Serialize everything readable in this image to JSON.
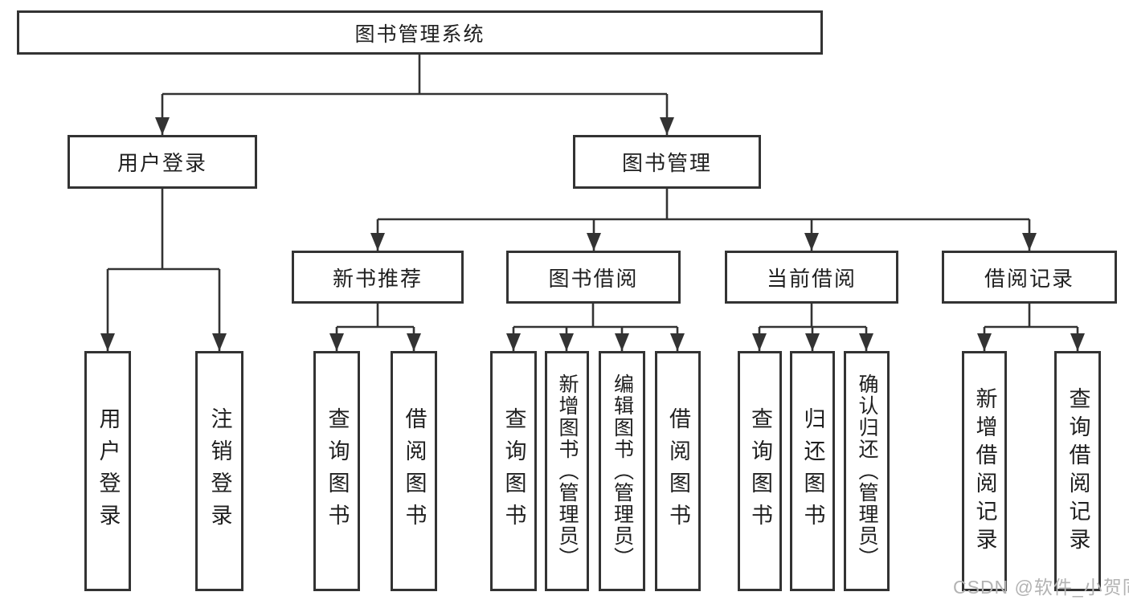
{
  "watermark": "CSDN @软件_小贺同学",
  "colors": {
    "line": "#333333",
    "node_border": "#333333",
    "text": "#1f1f1f",
    "watermark": "#b3b3b3",
    "background": "#ffffff"
  },
  "tree": {
    "root": {
      "label": "图书管理系统"
    },
    "branches": [
      {
        "label": "用户登录",
        "children": [
          {
            "label": "用户登录"
          },
          {
            "label": "注销登录"
          }
        ]
      },
      {
        "label": "图书管理",
        "children": [
          {
            "label": "新书推荐",
            "children": [
              {
                "label": "查询图书"
              },
              {
                "label": "借阅图书"
              }
            ]
          },
          {
            "label": "图书借阅",
            "children": [
              {
                "label": "查询图书"
              },
              {
                "label": "新增图书（管理员）"
              },
              {
                "label": "编辑图书（管理员）"
              },
              {
                "label": "借阅图书"
              }
            ]
          },
          {
            "label": "当前借阅",
            "children": [
              {
                "label": "查询图书"
              },
              {
                "label": "归还图书"
              },
              {
                "label": "确认归还（管理员）"
              }
            ]
          },
          {
            "label": "借阅记录",
            "children": [
              {
                "label": "新增借阅记录"
              },
              {
                "label": "查询借阅记录"
              }
            ]
          }
        ]
      }
    ]
  }
}
